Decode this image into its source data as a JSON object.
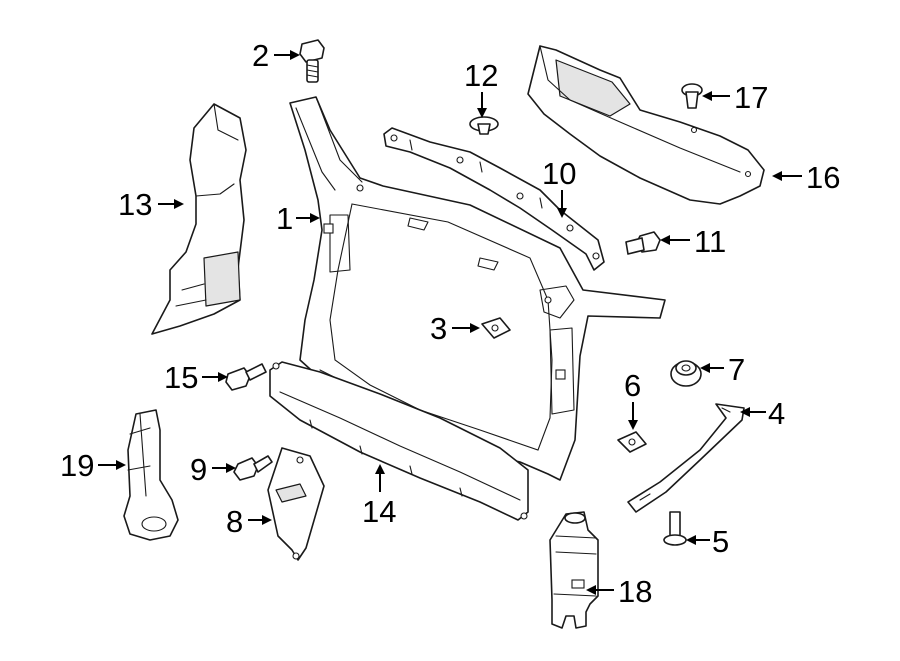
{
  "callouts": {
    "c1": "1",
    "c2": "2",
    "c3": "3",
    "c4": "4",
    "c5": "5",
    "c6": "6",
    "c7": "7",
    "c8": "8",
    "c9": "9",
    "c10": "10",
    "c11": "11",
    "c12": "12",
    "c13": "13",
    "c14": "14",
    "c15": "15",
    "c16": "16",
    "c17": "17",
    "c18": "18",
    "c19": "19"
  }
}
